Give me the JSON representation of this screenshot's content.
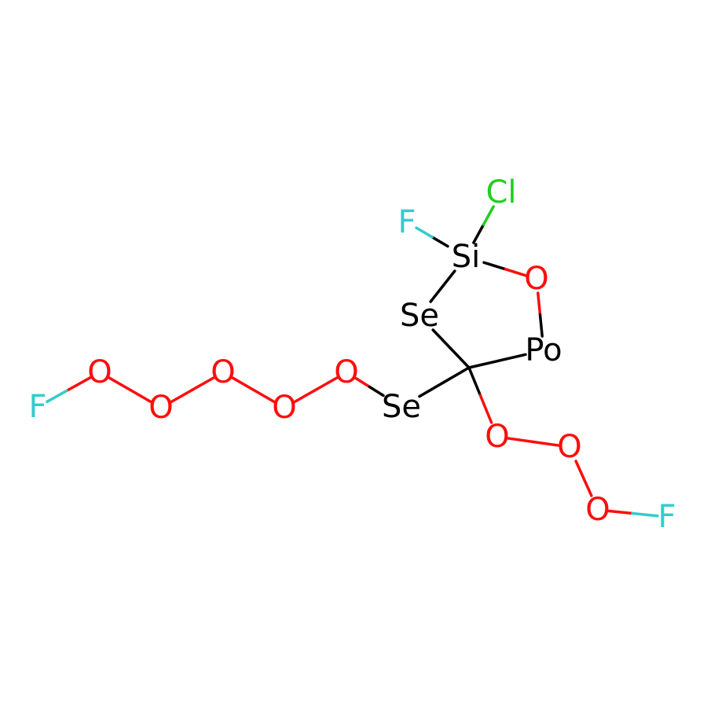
{
  "colors": {
    "C": "#000000",
    "O": "#ff0d0d",
    "F": "#33cccc",
    "Cl": "#1fd01f",
    "Se": "#000000",
    "Si": "#000000",
    "Po": "#000000",
    "background": "#ffffff"
  },
  "molecule": {
    "atoms": [
      {
        "id": "F1",
        "symbol": "F"
      },
      {
        "id": "O1",
        "symbol": "O"
      },
      {
        "id": "O2",
        "symbol": "O"
      },
      {
        "id": "O3",
        "symbol": "O"
      },
      {
        "id": "O4",
        "symbol": "O"
      },
      {
        "id": "O5",
        "symbol": "O"
      },
      {
        "id": "Se1",
        "symbol": "Se"
      },
      {
        "id": "C1",
        "symbol": ""
      },
      {
        "id": "Se2",
        "symbol": "Se"
      },
      {
        "id": "Si1",
        "symbol": "Si"
      },
      {
        "id": "F2",
        "symbol": "F"
      },
      {
        "id": "Cl1",
        "symbol": "Cl"
      },
      {
        "id": "O6",
        "symbol": "O"
      },
      {
        "id": "Po1",
        "symbol": "Po"
      },
      {
        "id": "O7",
        "symbol": "O"
      },
      {
        "id": "O8",
        "symbol": "O"
      },
      {
        "id": "O9",
        "symbol": "O"
      },
      {
        "id": "F3",
        "symbol": "F"
      }
    ],
    "bonds": [
      [
        "F1",
        "O1"
      ],
      [
        "O1",
        "O2"
      ],
      [
        "O2",
        "O3"
      ],
      [
        "O3",
        "O4"
      ],
      [
        "O4",
        "O5"
      ],
      [
        "O5",
        "Se1"
      ],
      [
        "Se1",
        "C1"
      ],
      [
        "C1",
        "Se2"
      ],
      [
        "Se2",
        "Si1"
      ],
      [
        "Si1",
        "F2"
      ],
      [
        "Si1",
        "Cl1"
      ],
      [
        "Si1",
        "O6"
      ],
      [
        "O6",
        "Po1"
      ],
      [
        "Po1",
        "C1"
      ],
      [
        "C1",
        "O7"
      ],
      [
        "O7",
        "O8"
      ],
      [
        "O8",
        "O9"
      ],
      [
        "O9",
        "F3"
      ]
    ]
  }
}
